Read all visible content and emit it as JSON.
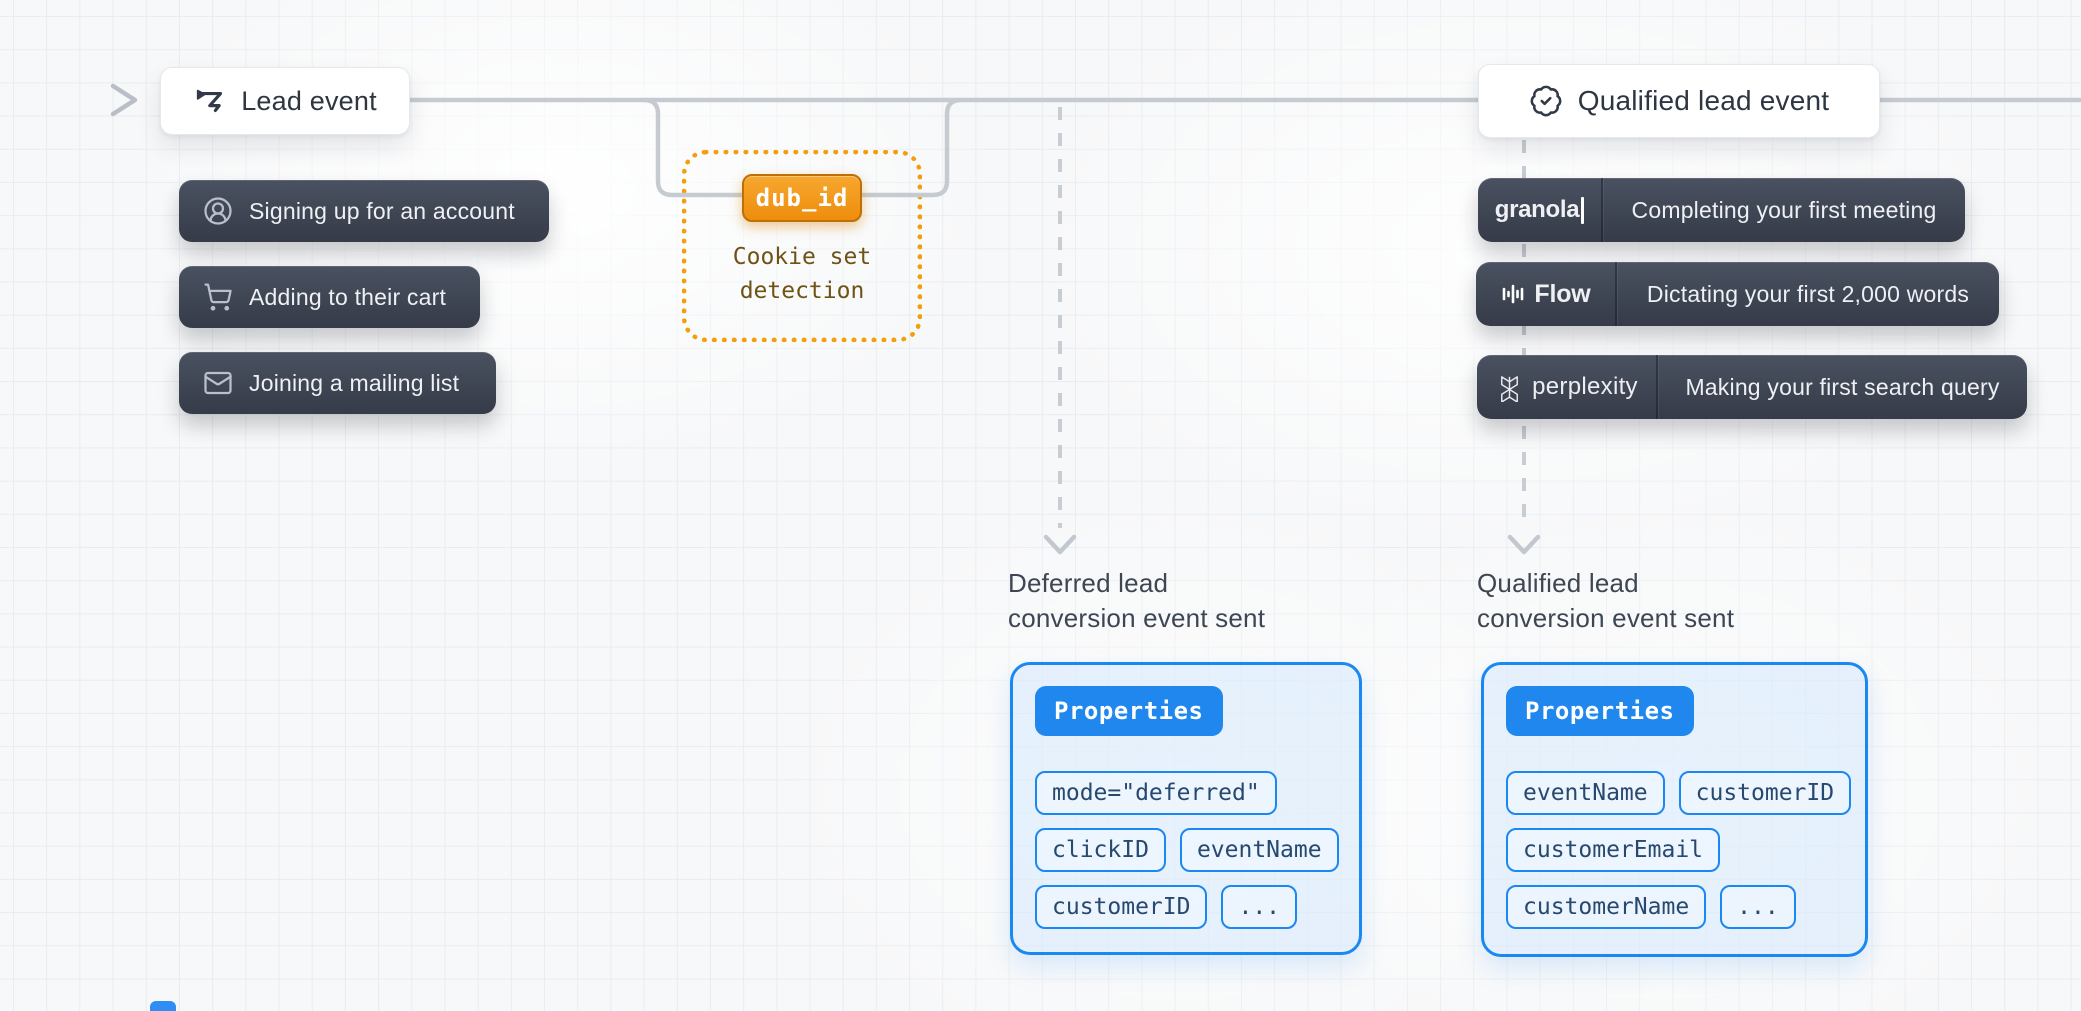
{
  "diagram": {
    "lead_event": {
      "label": "Lead event"
    },
    "lead_examples": [
      {
        "label": "Signing up for an account"
      },
      {
        "label": "Adding to their cart"
      },
      {
        "label": "Joining a mailing list"
      }
    ],
    "cookie_detection": {
      "badge_label": "dub_id",
      "line1": "Cookie set",
      "line2": "detection"
    },
    "qualified_event": {
      "label": "Qualified lead event"
    },
    "qualified_examples": [
      {
        "brand": "granola",
        "label": "Completing your first meeting"
      },
      {
        "brand": "Flow",
        "label": "Dictating your first 2,000 words"
      },
      {
        "brand": "perplexity",
        "label": "Making your first search query"
      }
    ],
    "captions": {
      "deferred": {
        "line1": "Deferred lead",
        "line2": "conversion event sent"
      },
      "qualified": {
        "line1": "Qualified lead",
        "line2": "conversion event sent"
      }
    },
    "cards": {
      "deferred": {
        "title": "Properties",
        "chips": [
          "mode=\"deferred\"",
          "clickID",
          "eventName",
          "customerID",
          "..."
        ]
      },
      "qualified": {
        "title": "Properties",
        "chips": [
          "eventName",
          "customerID",
          "customerEmail",
          "customerName",
          "..."
        ]
      }
    },
    "colors": {
      "accent_orange": "#F59E0B",
      "accent_blue": "#1A88F2",
      "pill_dark": "#3D4451",
      "line_gray": "#C6CAD1"
    }
  }
}
